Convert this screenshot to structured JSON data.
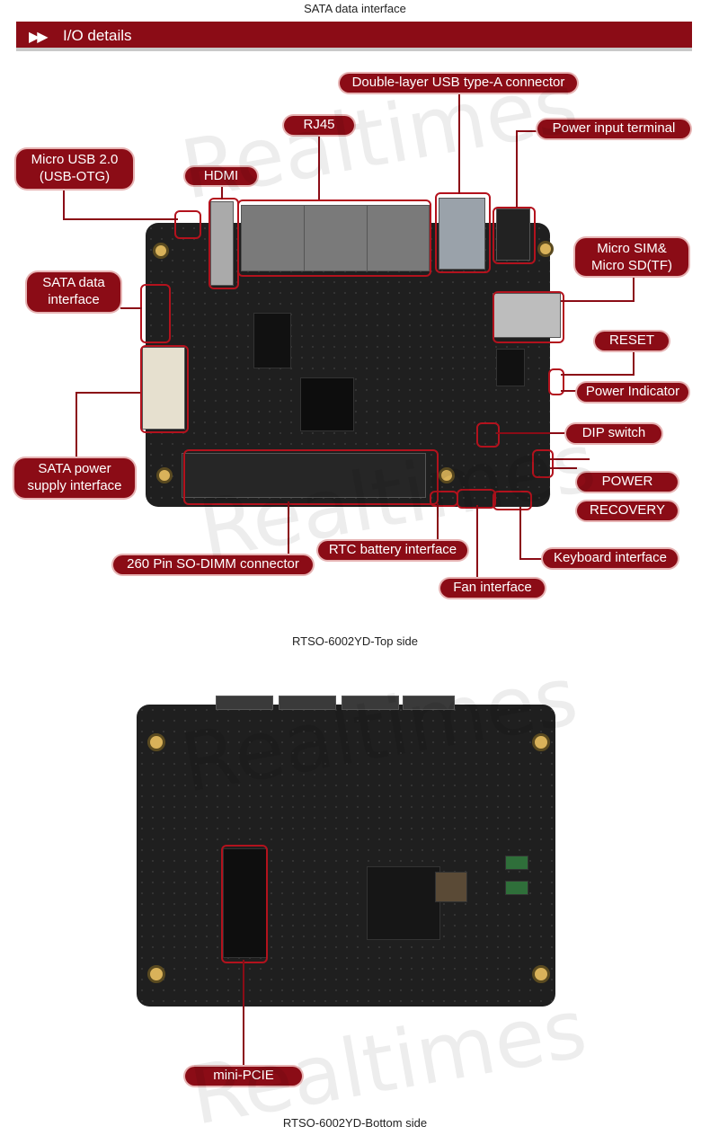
{
  "top_caption": "SATA data interface",
  "header": {
    "title": "I/O details",
    "arrow_icon": "double-play-arrows"
  },
  "top_labels": {
    "usb_typea": "Double-layer USB type-A connector",
    "rj45": "RJ45",
    "power_input": "Power input terminal",
    "micro_usb": "Micro USB 2.0\n(USB-OTG)",
    "hdmi": "HDMI",
    "micro_sim": "Micro SIM&\nMicro SD(TF)",
    "sata_data": "SATA data\ninterface",
    "reset": "RESET",
    "power_indicator": "Power Indicator",
    "dip_switch": "DIP switch",
    "sata_power": "SATA power\nsupply interface",
    "power": "POWER",
    "recovery": "RECOVERY",
    "rtc": "RTC battery interface",
    "keyboard": "Keyboard interface",
    "sodimm": "260 Pin SO-DIMM connector",
    "fan": "Fan interface"
  },
  "top_caption_board": "RTSO-6002YD-Top side",
  "bottom_labels": {
    "mini_pcie": "mini-PCIE"
  },
  "bottom_caption_board": "RTSO-6002YD-Bottom side",
  "watermark": "Realtimes",
  "colors": {
    "accent": "#8b0c16",
    "board": "#1f1f1f"
  }
}
